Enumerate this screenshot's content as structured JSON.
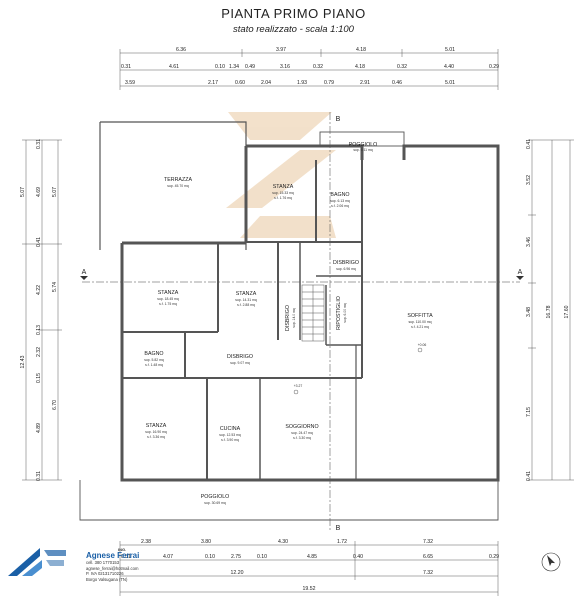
{
  "header": {
    "title": "PIANTA PRIMO PIANO",
    "subtitle": "stato realizzato - scala 1:100"
  },
  "top_dims": {
    "row1": [
      "6.36",
      "3.97",
      "4.18",
      "5.01"
    ],
    "row2": [
      "0.31",
      "4.61",
      "0.10",
      "1.34",
      "0.49",
      "3.16",
      "0.32",
      "4.18",
      "0.32",
      "4.40",
      "0.29"
    ],
    "row3": [
      "3.59",
      "2.17",
      "0.60",
      "2.04",
      "1.93",
      "0.79",
      "2.91",
      "0.46",
      "5.01"
    ]
  },
  "bottom_dims": {
    "row1": [
      "2.38",
      "3.80",
      "4.30",
      "1.72",
      "7.32"
    ],
    "row2": [
      "0.31",
      "4.07",
      "0.10",
      "2.75",
      "0.10",
      "4.85",
      "0.40",
      "6.65",
      "0.29"
    ],
    "row3": [
      "12.20",
      "7.32"
    ],
    "row4": [
      "19.52"
    ]
  },
  "left_dims": {
    "outer": [
      "5.07",
      "12.43"
    ],
    "mid": [
      "0.31",
      "4.69",
      "0.41",
      "4.22",
      "0.13",
      "2.32",
      "0.15",
      "4.89",
      "0.31"
    ],
    "inner": [
      "5.07",
      "5.74",
      "6.70"
    ]
  },
  "right_dims": {
    "inner": [
      "0.41",
      "3.52",
      "3.46",
      "3.48",
      "7.15",
      "0.41"
    ],
    "mid": [
      "16.78"
    ],
    "outer": [
      "17.60"
    ]
  },
  "sections": {
    "a": "A",
    "b": "B"
  },
  "rooms": {
    "terrazza": {
      "name": "TERRAZZA",
      "sup": "sup. 45.70 mq"
    },
    "poggiolo_top": {
      "name": "POGGIOLO",
      "sup": "sup. 6.11 mq"
    },
    "stanza_top": {
      "name": "STANZA",
      "sup": "sup. 15.33 mq",
      "sf": "s.f. 1.76 mq"
    },
    "bagno_top": {
      "name": "BAGNO",
      "sup": "sup. 6.13 mq",
      "sf": "s.f. 2.06 mq"
    },
    "disbrigo_small": {
      "name": "DISBRIGO",
      "sup": "sup. 6.96 mq"
    },
    "stanza_left": {
      "name": "STANZA",
      "sup": "sup. 18.45 mq",
      "sf": "s.f. 1.75 mq"
    },
    "stanza_mid": {
      "name": "STANZA",
      "sup": "sup. 14.31 mq",
      "sf": "s.f. 2.88 mq"
    },
    "disbrigo_vert": {
      "name": "DISBRIGO",
      "sup": "sup. 14.0 mq"
    },
    "ripostiglio": {
      "name": "RIPOSTIGLIO",
      "sup": "sup. 6.00 mq"
    },
    "soffitta": {
      "name": "SOFFITTA",
      "sup": "sup. 110.00 mq",
      "sf": "s.f. 4.21 mq"
    },
    "bagno_left": {
      "name": "BAGNO",
      "sup": "sup. 5.82 mq",
      "sf": "s.f. 1.48 mq"
    },
    "disbrigo_center": {
      "name": "DISBRIGO",
      "sup": "sup. 9.07 mq"
    },
    "stanza_bottom": {
      "name": "STANZA",
      "sup": "sup. 16.90 mq",
      "sf": "s.f. 3.36 mq"
    },
    "cucina": {
      "name": "CUCINA",
      "sup": "sup. 12.53 mq",
      "sf": "s.f. 3.90 mq"
    },
    "soggiorno": {
      "name": "SOGGIORNO",
      "sup": "sup. 24.47 mq",
      "sf": "s.f. 3.30 mq"
    },
    "poggiolo_bottom": {
      "name": "POGGIOLO",
      "sup": "sup. 30.69 mq"
    }
  },
  "levels": {
    "soffitta": "+0.06",
    "soggiorno": "+3.27"
  },
  "colors": {
    "walls": "#555555",
    "watermark": "#e9c8a0",
    "logo": "#1a5fa6"
  },
  "credit": {
    "ing": "ING.",
    "name": "Agnese Ferrai",
    "phone": "cell. 380 1770153",
    "email": "agnese_ferrai@hotmail.com",
    "piva": "P. IVA 02131710226",
    "city": "Borgo Valsugana (TN)"
  }
}
